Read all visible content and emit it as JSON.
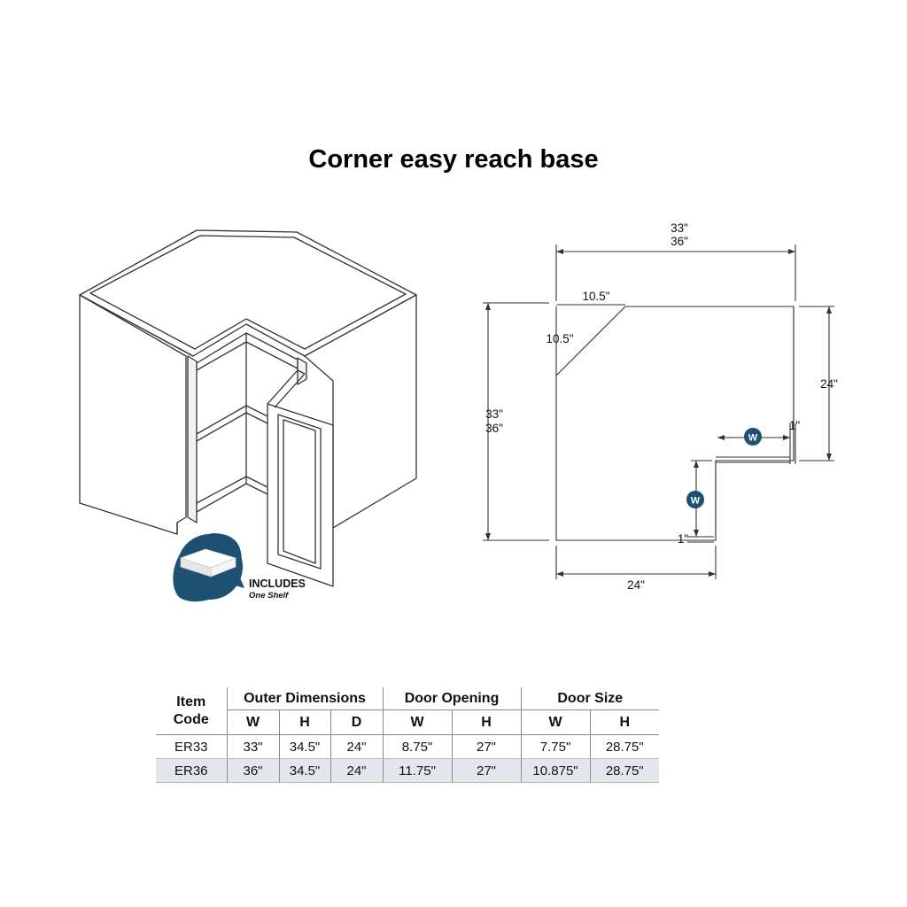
{
  "title": "Corner easy reach base",
  "badge": {
    "label": "INCLUDES",
    "sublabel": "One Shelf",
    "color": "#1d5173"
  },
  "accent_color": "#1d5173",
  "dimensions": {
    "top_width": "33\"",
    "top_width_alt": "36\"",
    "left_height": "33\"",
    "left_height_alt": "36\"",
    "chamfer_top": "10.5\"",
    "chamfer_side": "10.5\"",
    "right_depth": "24\"",
    "bottom_depth": "24\"",
    "right_gap": "1\"",
    "bottom_gap": "1\"",
    "width_marker_top": "W",
    "width_marker_side": "W"
  },
  "table": {
    "item_header": "Item",
    "item_header2": "Code",
    "groups": [
      "Outer Dimensions",
      "Door Opening",
      "Door Size"
    ],
    "subheaders": [
      "W",
      "H",
      "D",
      "W",
      "H",
      "W",
      "H"
    ],
    "rows": [
      {
        "code": "ER33",
        "values": [
          "33\"",
          "34.5\"",
          "24\"",
          "8.75\"",
          "27\"",
          "7.75\"",
          "28.75\""
        ]
      },
      {
        "code": "ER36",
        "values": [
          "36\"",
          "34.5\"",
          "24\"",
          "11.75\"",
          "27\"",
          "10.875\"",
          "28.75\""
        ]
      }
    ]
  }
}
